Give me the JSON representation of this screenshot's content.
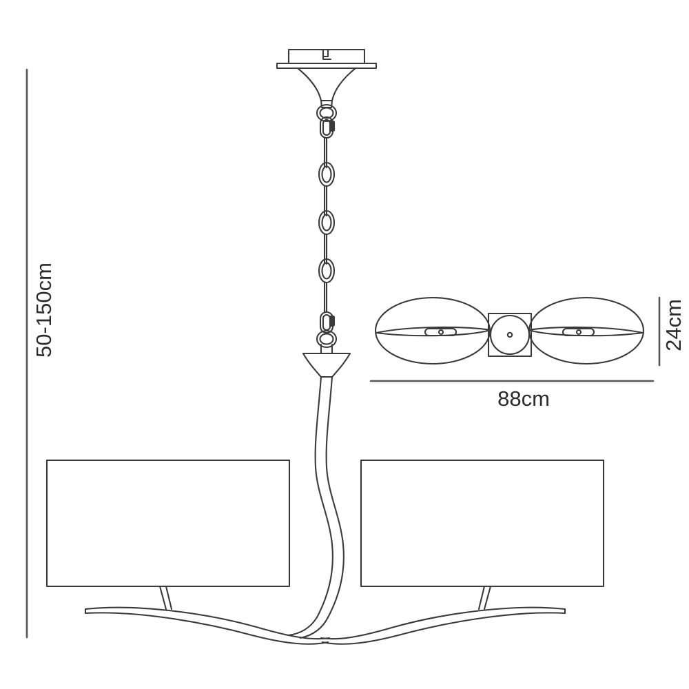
{
  "drawing": {
    "title": "Pendant chandelier technical dimension drawing",
    "views": {
      "front_elevation": "front-elevation-view",
      "top_plan": "top-plan-view"
    },
    "stroke_color": "#3a3a3a",
    "accent_color": "#2b2b2b",
    "background_color": "#ffffff"
  },
  "dimensions": {
    "height": {
      "label": "50-150cm",
      "value_min": 50,
      "value_max": 150,
      "unit": "cm",
      "orientation": "vertical",
      "applies_to": "overall suspension drop range"
    },
    "width": {
      "label": "88cm",
      "value": 88,
      "unit": "cm",
      "orientation": "horizontal",
      "applies_to": "overall fixture width in plan view"
    },
    "depth": {
      "label": "24cm",
      "value": 24,
      "unit": "cm",
      "orientation": "vertical",
      "applies_to": "overall fixture depth in plan view"
    }
  },
  "components": {
    "ceiling_plate": "ceiling-mount-plate",
    "ceiling_cone": "ceiling-cone",
    "suspension_chain": "suspension-chain",
    "chain_links": 7,
    "lower_cone": "lower-flared-cup",
    "central_stem": "central-curved-stem",
    "arms": 2,
    "shades": 2,
    "shade_shape": "rectangular-drum",
    "plan_ellipses": 2,
    "plan_center_square": "center-mount-square",
    "plan_center_circle": "center-mount-circle",
    "lamp_sockets": 2
  }
}
